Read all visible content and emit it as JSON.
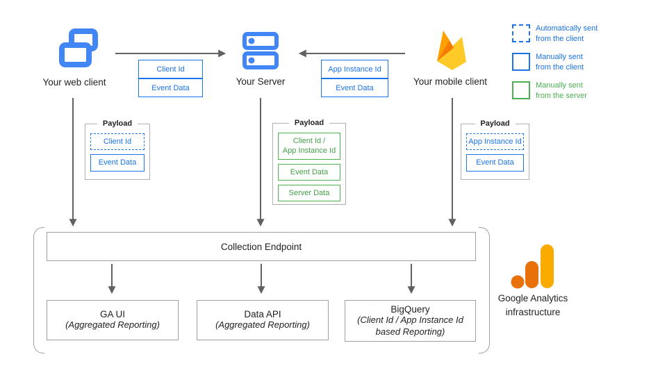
{
  "clients": {
    "web": {
      "label": "Your web client",
      "icon": "browser-windows-icon"
    },
    "server": {
      "label": "Your Server",
      "icon": "server-stack-icon"
    },
    "mobile": {
      "label": "Your mobile client",
      "icon": "firebase-flame-icon"
    }
  },
  "edge_labels": {
    "web_to_server": [
      "Client Id",
      "Event Data"
    ],
    "mobile_to_server": [
      "App Instance Id",
      "Event Data"
    ]
  },
  "legend": {
    "items": [
      {
        "label": "Automatically sent\nfrom the client",
        "style": "dashed-blue"
      },
      {
        "label": "Manually sent\nfrom the client",
        "style": "solid-blue"
      },
      {
        "label": "Manually sent\nfrom the server",
        "style": "solid-green"
      }
    ]
  },
  "payloads": {
    "web": {
      "title": "Payload",
      "items": [
        {
          "label": "Client Id",
          "style": "dashed-blue"
        },
        {
          "label": "Event Data",
          "style": "solid-blue"
        }
      ]
    },
    "server": {
      "title": "Payload",
      "items": [
        {
          "label": "Client Id /\nApp Instance Id",
          "style": "solid-green"
        },
        {
          "label": "Event Data",
          "style": "solid-green"
        },
        {
          "label": "Server Data",
          "style": "solid-green"
        }
      ]
    },
    "mobile": {
      "title": "Payload",
      "items": [
        {
          "label": "App Instance Id",
          "style": "dashed-blue"
        },
        {
          "label": "Event Data",
          "style": "solid-blue"
        }
      ]
    }
  },
  "infrastructure": {
    "endpoint_label": "Collection Endpoint",
    "services": [
      {
        "title": "GA UI",
        "subtitle": "(Aggregated Reporting)"
      },
      {
        "title": "Data API",
        "subtitle": "(Aggregated Reporting)"
      },
      {
        "title": "BigQuery",
        "subtitle": "(Client Id / App Instance Id\nbased Reporting)"
      }
    ],
    "label": "Google Analytics\ninfrastructure"
  },
  "colors": {
    "blue_accent": "#1A73E8",
    "green_accent": "#4CAF50",
    "icon_blue": "#4285F4",
    "arrow_gray": "#616161",
    "box_border_gray": "#9E9E9E",
    "ga_orange": "#E8710A",
    "ga_amber": "#F9AB00",
    "firebase_yellow": "#FFCA28",
    "firebase_amber": "#FFA000",
    "firebase_orange": "#F57C00"
  }
}
